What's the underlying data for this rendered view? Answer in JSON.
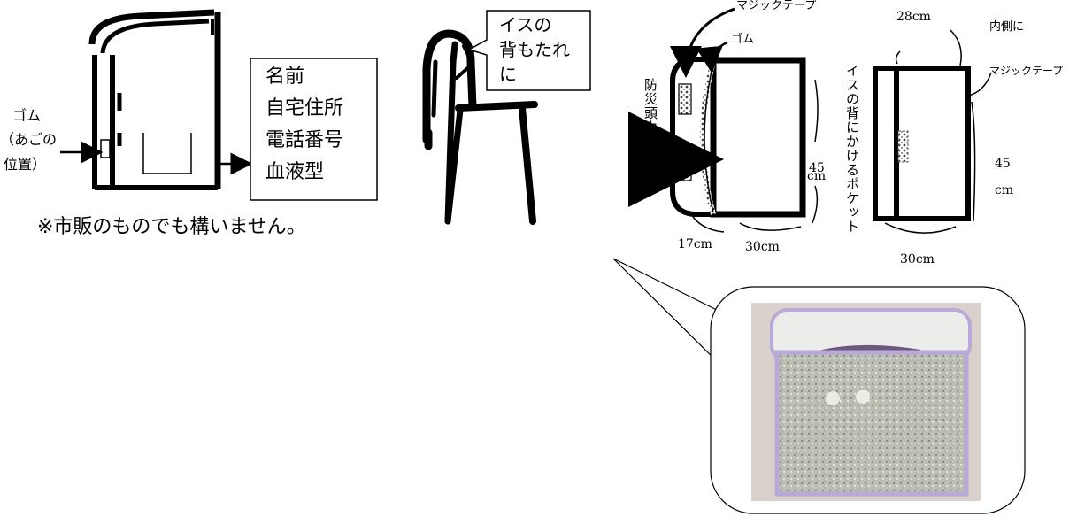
{
  "diagram": {
    "left": {
      "gomu": "ゴム",
      "ago_line1": "（あごの",
      "ago_line2": "位置）",
      "namebox": [
        "名前",
        "自宅住所",
        "電話番号",
        "血液型"
      ],
      "note": "※市販のものでも構いません。"
    },
    "chair_bubble": [
      "イスの",
      "背もたれ",
      "に"
    ],
    "pocket_front": {
      "magic_tape": "マジックテープ",
      "gomu": "ゴム",
      "insert_label": "防災頭巾を入れる",
      "height": "45",
      "height_unit": "cm",
      "depth": "17cm",
      "width": "30cm"
    },
    "pocket_back": {
      "top_width": "28cm",
      "inside": "内側に",
      "magic_tape": "マジックテープ",
      "side_label": "イスの背にかけるポケット",
      "height": "45",
      "height_unit": "cm",
      "width": "30cm"
    }
  },
  "colors": {
    "line": "#000000",
    "photo_fabric": "#bdbfb3",
    "photo_trim": "#b9a9d8",
    "photo_background": "#d9d2cc"
  }
}
